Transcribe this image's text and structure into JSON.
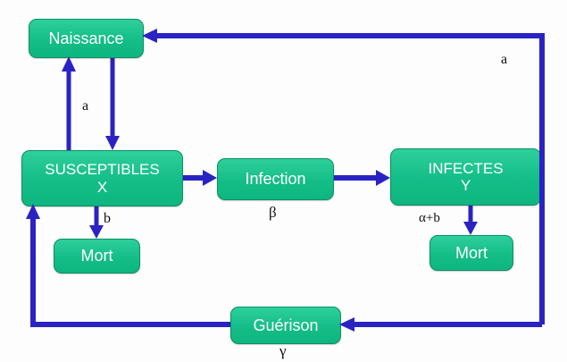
{
  "diagram": {
    "title": "SIR compartmental model flow diagram (French labels)",
    "colors": {
      "node_fill": "#14bd87",
      "node_border": "#0a8f63",
      "node_text": "#ffffff",
      "arrow": "#2a23c4",
      "label_text": "#111111",
      "background": "#fdfdfd"
    },
    "nodes": [
      {
        "id": "naissance",
        "label": "Naissance",
        "sublabel": ""
      },
      {
        "id": "susceptibles",
        "label": "SUSCEPTIBLES",
        "sublabel": "X"
      },
      {
        "id": "infection",
        "label": "Infection",
        "sublabel": ""
      },
      {
        "id": "infectes",
        "label": "INFECTES",
        "sublabel": "Y"
      },
      {
        "id": "mort-left",
        "label": "Mort",
        "sublabel": ""
      },
      {
        "id": "mort-right",
        "label": "Mort",
        "sublabel": ""
      },
      {
        "id": "guerison",
        "label": "Guérison",
        "sublabel": ""
      }
    ],
    "edge_labels": [
      {
        "id": "a-birth",
        "text": "a",
        "from": "naissance",
        "to": "susceptibles"
      },
      {
        "id": "a-feedback",
        "text": "a",
        "from": "infectes",
        "to": "naissance"
      },
      {
        "id": "b-death",
        "text": "b",
        "from": "susceptibles",
        "to": "mort-left"
      },
      {
        "id": "beta",
        "text": "β",
        "from": "susceptibles",
        "to": "infectes"
      },
      {
        "id": "alpha-plus-b",
        "text": "α+b",
        "from": "infectes",
        "to": "mort-right"
      },
      {
        "id": "gamma",
        "text": "γ",
        "from": "infectes",
        "to": "susceptibles"
      }
    ]
  }
}
